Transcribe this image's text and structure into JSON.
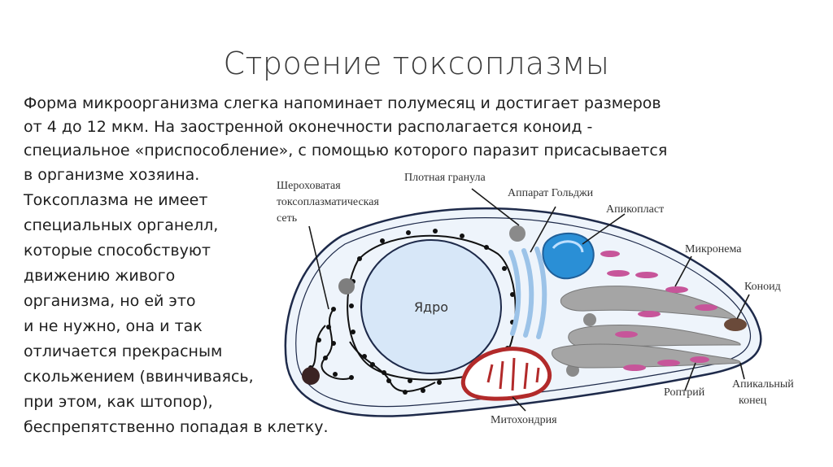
{
  "slide": {
    "title": "Строение токсоплазмы",
    "text_lines": [
      "Форма микроорганизма слегка напоминает полумесяц и достигает размеров",
      "от 4 до 12 мкм. На заостренной оконечности располагается коноид -",
      "специальное «приспособление», с помощью которого паразит присасывается",
      "в организме хозяина.",
      "Токсоплазма не имеет",
      "специальных органелл,",
      "которые способствуют",
      "движению живого",
      "организма, но ей это",
      "и не нужно, она и так",
      "отличается прекрасным",
      "скольжением (ввинчиваясь,",
      "при этом, как штопор),",
      "беспрепятственно попадая в клетку."
    ]
  },
  "diagram": {
    "nucleus_label": "Ядро",
    "labels": {
      "rough_er_line1": "Шероховатая",
      "rough_er_line2": "токсоплазматическая",
      "rough_er_line3": "сеть",
      "dense_granule": "Плотная гранула",
      "golgi": "Аппарат Гольджи",
      "apicoplast": "Апикопласт",
      "microneme": "Микронема",
      "conoid": "Коноид",
      "rhoptry": "Роптрий",
      "apical_end_line1": "Апикальный",
      "apical_end_line2": "конец",
      "mitochondrion": "Митохондрия"
    },
    "colors": {
      "cell_fill": "#eef4fb",
      "membrane": "#1e2a4a",
      "nucleus": "#d7e7f8",
      "apicoplast": "#2a8fd6",
      "microneme": "#c7559a",
      "rhoptry": "#9a9a9a",
      "mitochondrion": "#b22a2a",
      "golgi": "#bcd8f2",
      "granule": "#8a8a8a"
    }
  }
}
